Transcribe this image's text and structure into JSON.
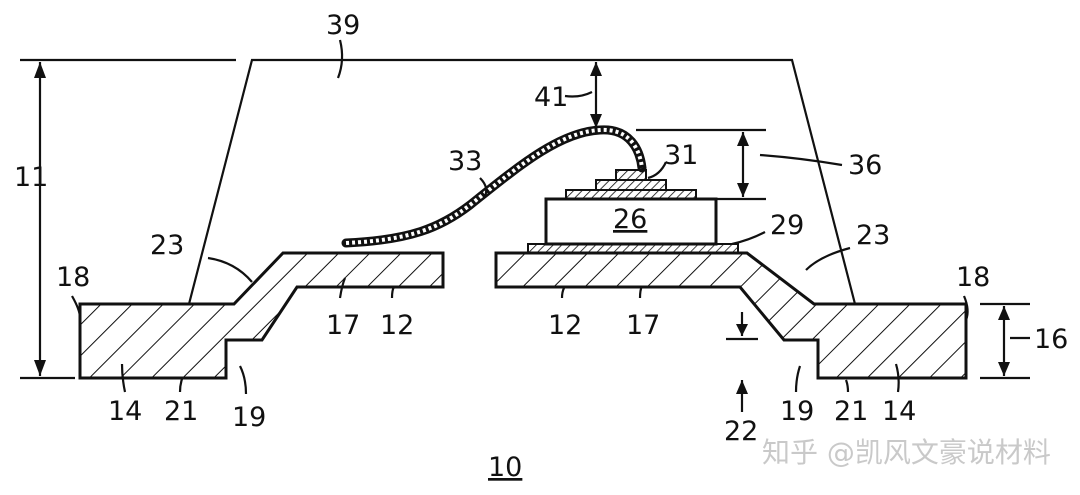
{
  "figure": {
    "labels": {
      "l39": "39",
      "l41": "41",
      "l33": "33",
      "l31": "31",
      "l36": "36",
      "l11": "11",
      "l23a": "23",
      "l23b": "23",
      "l26": "26",
      "l29": "29",
      "l18a": "18",
      "l18b": "18",
      "l16": "16",
      "l17a": "17",
      "l12a": "12",
      "l12b": "12",
      "l17b": "17",
      "l14a": "14",
      "l21a": "21",
      "l19a": "19",
      "l22": "22",
      "l19b": "19",
      "l21b": "21",
      "l14b": "14",
      "l10": "10"
    },
    "watermark": "知乎 @凯风文豪说材料",
    "colors": {
      "ink": "#111111",
      "watermark": "#c9c9c9",
      "background": "#ffffff"
    }
  }
}
